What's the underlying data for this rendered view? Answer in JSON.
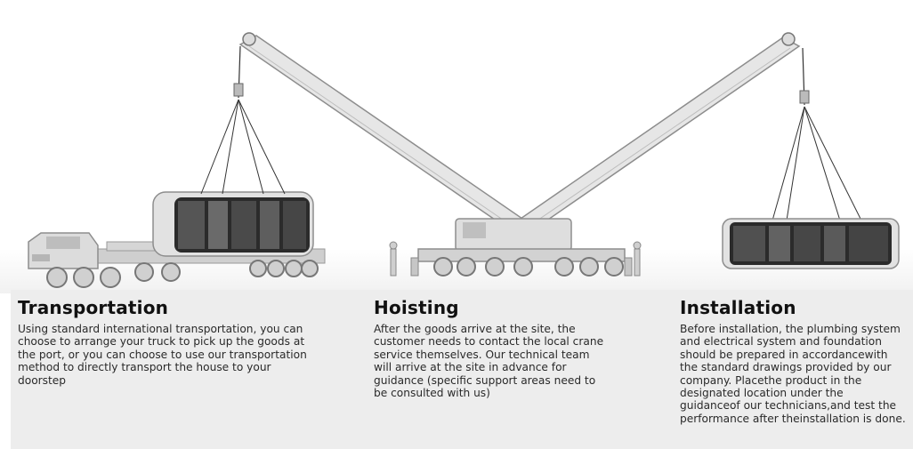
{
  "sections": [
    {
      "title": "Transportation",
      "body": "Using standard international transportation, you can choose to arrange your truck to pick up the goods at the port, or you can choose to use our transportation method to directly transport the house to your doorstep"
    },
    {
      "title": "Hoisting",
      "body": "After the goods arrive at the site, the customer needs to contact the local crane service themselves. Our technical team will arrive at the site in advance for guidance (specific support areas need to be consulted with us)"
    },
    {
      "title": "Installation",
      "body": "Before installation, the plumbing system and electrical system and foundation should be prepared in accordancewith the standard drawings provided by our company. Placethe product in the designated location under the guidanceof our technicians,and test the performance after theinstallation is done."
    }
  ],
  "colors": {
    "panel_bg": "#ededed",
    "illustration": "#d9d9d9",
    "outline": "#9a9a9a",
    "glass": "#2b2b2b"
  }
}
